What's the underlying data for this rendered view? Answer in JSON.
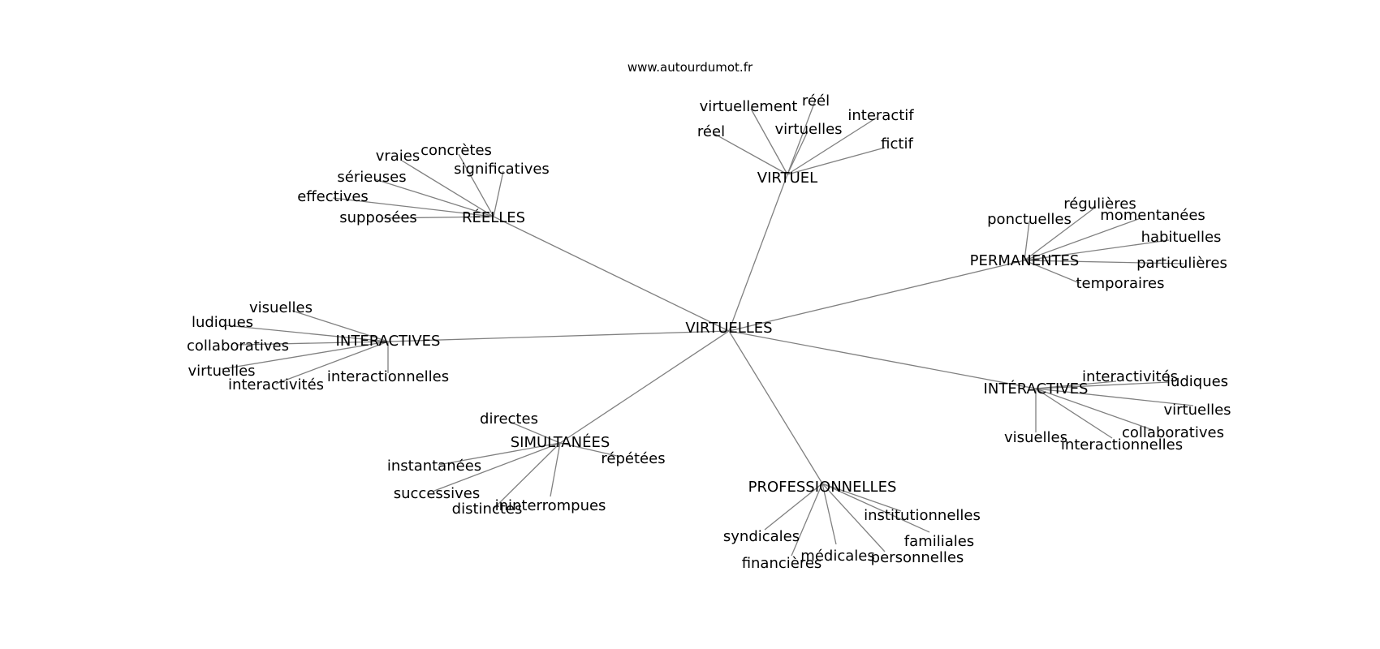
{
  "source": "www.autourdumot.fr",
  "root": "VIRTUELLES",
  "clusters": [
    {
      "id": "virtuel",
      "label": "VIRTUEL",
      "words": [
        "virtuellement",
        "réél",
        "interactif",
        "réel",
        "virtuelles",
        "fictif"
      ]
    },
    {
      "id": "reelles",
      "label": "RÉELLES",
      "words": [
        "vraies",
        "concrètes",
        "significatives",
        "sérieuses",
        "effectives",
        "supposées"
      ]
    },
    {
      "id": "permanentes",
      "label": "PERMANENTES",
      "words": [
        "régulières",
        "ponctuelles",
        "momentanées",
        "habituelles",
        "particulières",
        "temporaires"
      ]
    },
    {
      "id": "interactives",
      "label": "INTERACTIVES",
      "words": [
        "visuelles",
        "ludiques",
        "collaboratives",
        "virtuelles",
        "interactivités",
        "interactionnelles"
      ]
    },
    {
      "id": "interactives-accent",
      "label": "INTÉRACTIVES",
      "words": [
        "interactivités",
        "ludiques",
        "virtuelles",
        "collaboratives",
        "visuelles",
        "interactionnelles"
      ]
    },
    {
      "id": "simultanees",
      "label": "SIMULTANÉES",
      "words": [
        "directes",
        "instantanées",
        "répétées",
        "successives",
        "ininterrompues",
        "distinctes"
      ]
    },
    {
      "id": "professionnelles",
      "label": "PROFESSIONNELLES",
      "words": [
        "institutionnelles",
        "syndicales",
        "familiales",
        "médicales",
        "personnelles",
        "financières"
      ]
    }
  ]
}
